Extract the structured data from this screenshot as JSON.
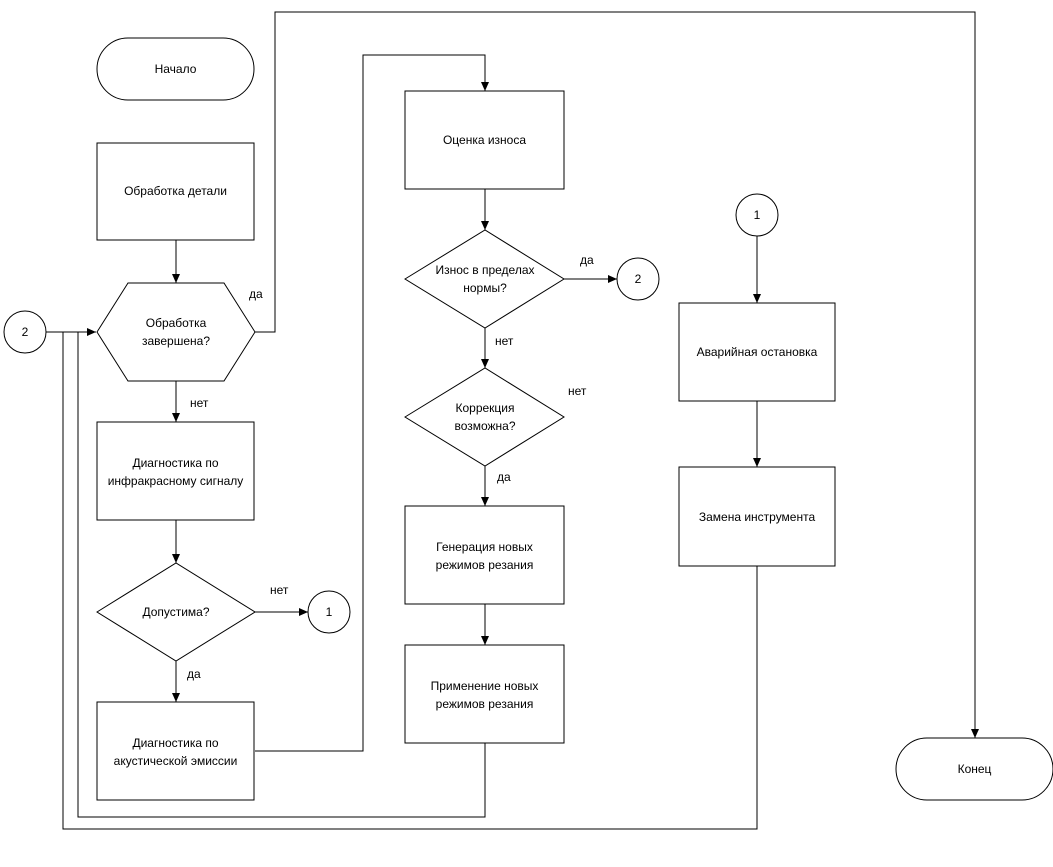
{
  "nodes": {
    "start": "Начало",
    "processing": "Обработка детали",
    "processing_done": [
      "Обработка",
      "завершена?"
    ],
    "ir_diagnostics": [
      "Диагностика по",
      "инфракрасному сигналу"
    ],
    "acceptable": "Допустима?",
    "ae_diagnostics": [
      "Диагностика по",
      "акустической эмиссии"
    ],
    "wear_estimate": "Оценка износа",
    "wear_in_norm": [
      "Износ в пределах",
      "нормы?"
    ],
    "correction_possible": [
      "Коррекция",
      "возможна?"
    ],
    "generate_modes": [
      "Генерация новых",
      "режимов резания"
    ],
    "apply_modes": [
      "Применение новых",
      "режимов резания"
    ],
    "emergency_stop": "Аварийная остановка",
    "tool_replace": "Замена инструмента",
    "end": "Конец"
  },
  "connectors": {
    "c1_left": "1",
    "c1_right": "1",
    "c2_left": "2",
    "c2_right": "2"
  },
  "labels": {
    "yes_done": "да",
    "no_done": "нет",
    "no_acceptable": "нет",
    "yes_acceptable": "да",
    "yes_wear": "да",
    "no_wear": "нет",
    "no_correction": "нет",
    "yes_correction": "да"
  }
}
